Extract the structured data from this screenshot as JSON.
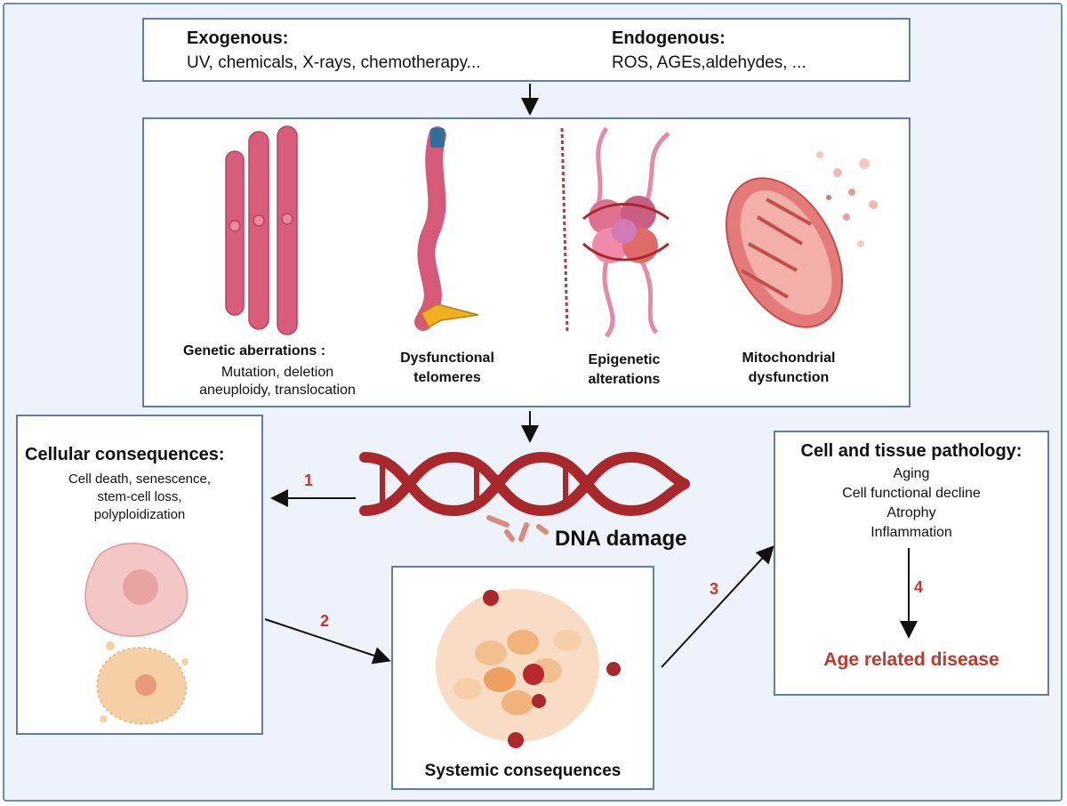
{
  "sources": {
    "exogenous_title": "Exogenous:",
    "exogenous_items": "UV, chemicals, X-rays, chemotherapy...",
    "endogenous_title": "Endogenous:",
    "endogenous_items": "ROS, AGEs,aldehydes,  ..."
  },
  "mechanisms": {
    "genetic_title": "Genetic aberrations",
    "genetic_colon": ":",
    "genetic_line1": "Mutation, deletion",
    "genetic_line2": "aneuploidy, translocation",
    "telomeres_line1": "Dysfunctional",
    "telomeres_line2": "telomeres",
    "epigenetic_line1": "Epigenetic",
    "epigenetic_line2": "alterations",
    "mito_line1": "Mitochondrial",
    "mito_line2": "dysfunction"
  },
  "center": {
    "dna_label": "DNA damage"
  },
  "cellular": {
    "title": "Cellular consequences:",
    "lines": [
      "Cell death, senescence,",
      "stem-cell loss,",
      "polyploidization"
    ]
  },
  "systemic": {
    "title": "Systemic consequences"
  },
  "pathology": {
    "title": "Cell and tissue pathology:",
    "lines": [
      "Aging",
      "Cell functional decline",
      "Atrophy",
      "Inflammation"
    ],
    "outcome": "Age related disease"
  },
  "steps": [
    "1",
    "2",
    "3",
    "4"
  ],
  "colors": {
    "background": "#eef3fb",
    "box_border": "#5e7fa3",
    "dna": "#a8282c",
    "step_numbers": "#c0392b",
    "outcome": "#c0392b",
    "chromosome": "#d85d7a",
    "mitochondria": "#e57a7a"
  },
  "icons": [
    "chromosome-icon",
    "telomere-icon",
    "nucleosome-icon",
    "mitochondria-icon",
    "dna-helix-icon",
    "damaged-cell-icon",
    "dead-cell-icon",
    "tissue-icon"
  ]
}
